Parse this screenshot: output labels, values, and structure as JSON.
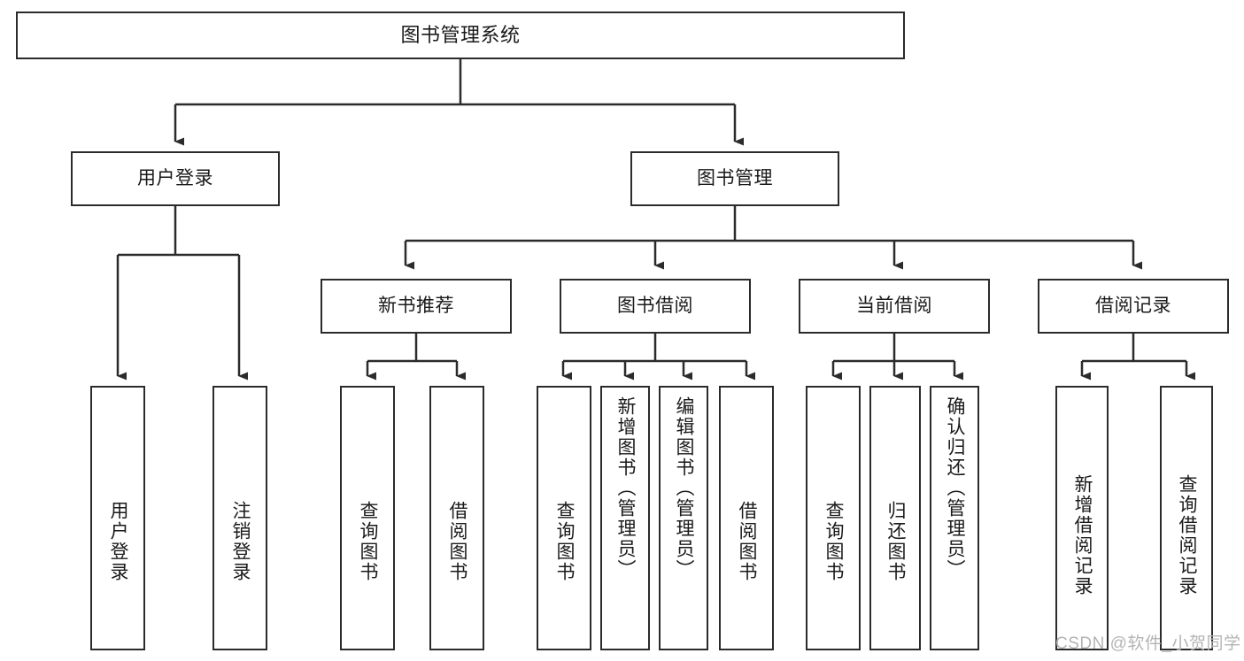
{
  "diagram": {
    "title": "图书管理系统",
    "type": "tree-hierarchy",
    "nodes": {
      "root": {
        "label": "图书管理系统"
      },
      "level2": [
        {
          "label": "用户登录"
        },
        {
          "label": "图书管理"
        }
      ],
      "level3": [
        {
          "label": "新书推荐"
        },
        {
          "label": "图书借阅"
        },
        {
          "label": "当前借阅"
        },
        {
          "label": "借阅记录"
        }
      ],
      "leaves_user_login": [
        {
          "label": "用户登录"
        },
        {
          "label": "注销登录"
        }
      ],
      "leaves_new_book": [
        {
          "label": "查询图书"
        },
        {
          "label": "借阅图书"
        }
      ],
      "leaves_book_borrow": [
        {
          "label": "查询图书"
        },
        {
          "label": "新增图书（管理员）"
        },
        {
          "label": "编辑图书（管理员）"
        },
        {
          "label": "借阅图书"
        }
      ],
      "leaves_current_borrow": [
        {
          "label": "查询图书"
        },
        {
          "label": "归还图书"
        },
        {
          "label": "确认归还（管理员）"
        }
      ],
      "leaves_borrow_record": [
        {
          "label": "新增借阅记录"
        },
        {
          "label": "查询借阅记录"
        }
      ]
    }
  },
  "watermark": {
    "text": "CSDN @软件_小贺同学"
  },
  "colors": {
    "border": "#2b2b2b",
    "background": "#ffffff",
    "text": "#1a1a1a",
    "watermark": "#b4b4b4"
  }
}
